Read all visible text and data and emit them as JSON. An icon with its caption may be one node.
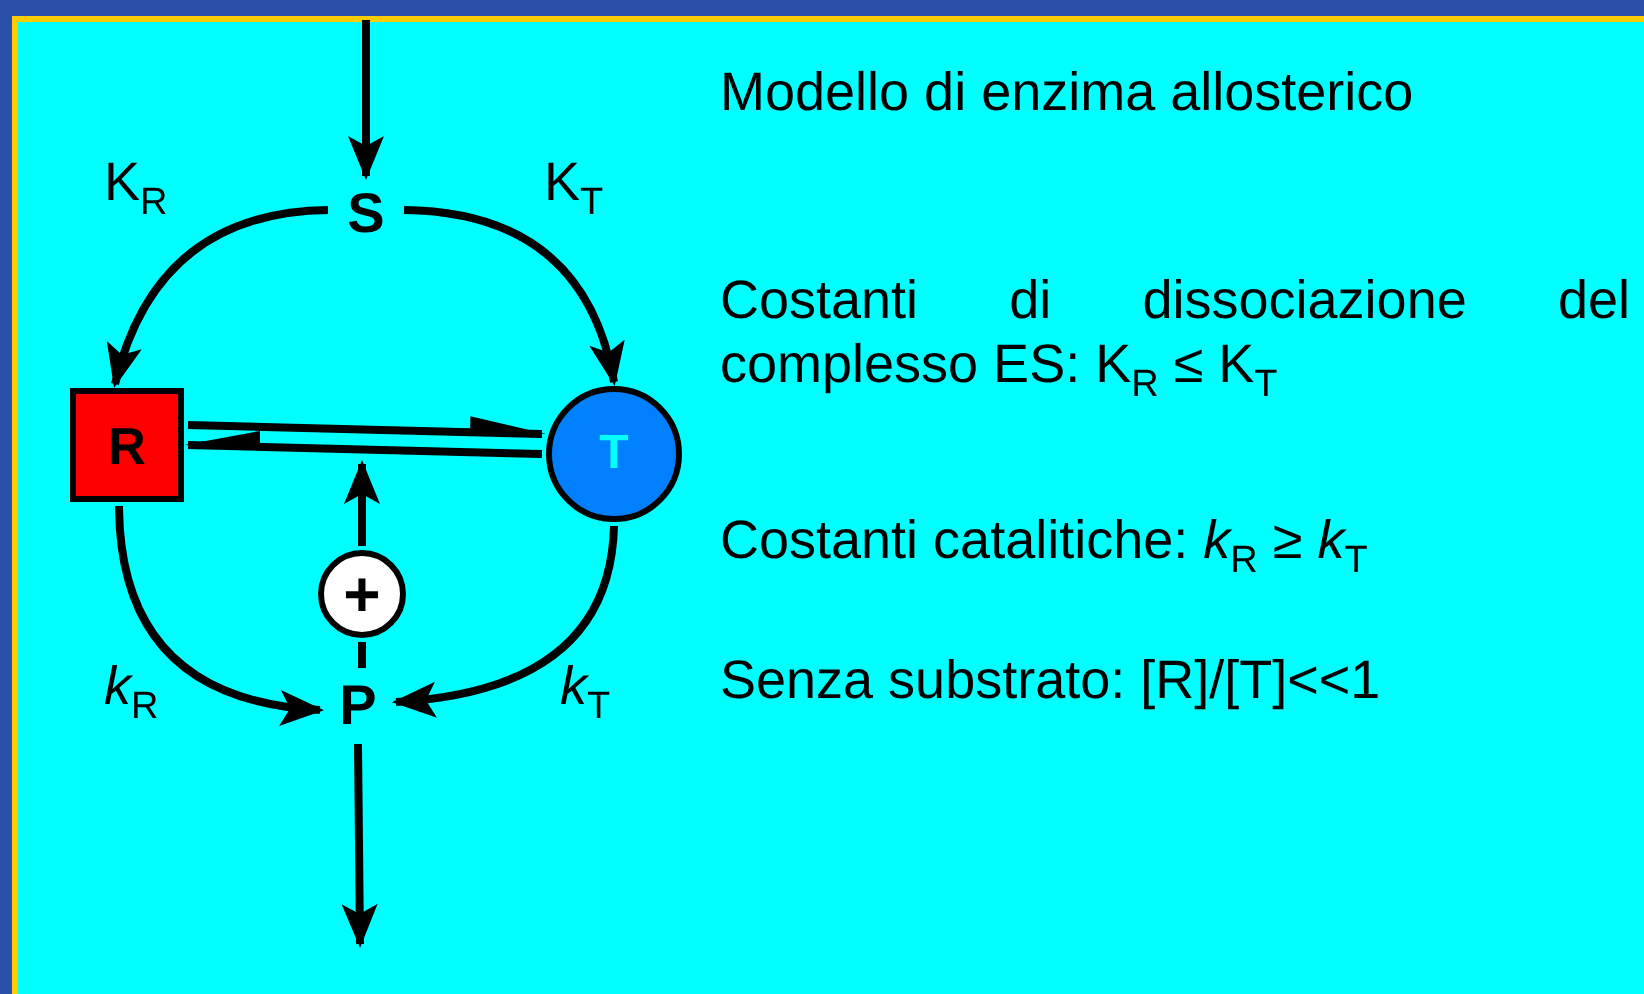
{
  "diagram": {
    "nodes": [
      {
        "text": [
          "S"
        ]
      },
      {
        "text": [
          "R"
        ]
      },
      {
        "text": [
          "T"
        ]
      },
      {
        "text": [
          "+"
        ]
      },
      {
        "text": [
          "P"
        ]
      }
    ],
    "edges": [
      {
        "from": null,
        "to": 0,
        "arrow": "to"
      },
      {
        "from": 0,
        "to": 1,
        "arrow": "to",
        "label": "K$_{R}$"
      },
      {
        "from": 0,
        "to": 2,
        "arrow": "to",
        "label": "K$_{T}$"
      },
      {
        "from": 1,
        "to": 4,
        "arrow": "to",
        "label": "*k*$_{R}$"
      },
      {
        "from": 2,
        "to": 4,
        "arrow": "to",
        "label": "*k*$_{T}$"
      },
      {
        "from": 1,
        "to": 2,
        "arrow": "to"
      },
      {
        "from": 2,
        "to": 1,
        "arrow": "to"
      },
      {
        "from": 4,
        "to": 3,
        "arrow": "none"
      },
      {
        "from": 3,
        "to": null,
        "arrow": "to"
      },
      {
        "from": 4,
        "to": null,
        "arrow": "to"
      }
    ],
    "labels": [
      "Modello di enzima allosterico",
      "Costanti di dissociazione del complesso ES: K$_{R}$ ≤ K$_{T}$",
      "Costanti catalitiche: *k*$_{R}$ ≥ *k*$_{T}$",
      "Senza substrato: [R]/[T]<<1"
    ]
  }
}
